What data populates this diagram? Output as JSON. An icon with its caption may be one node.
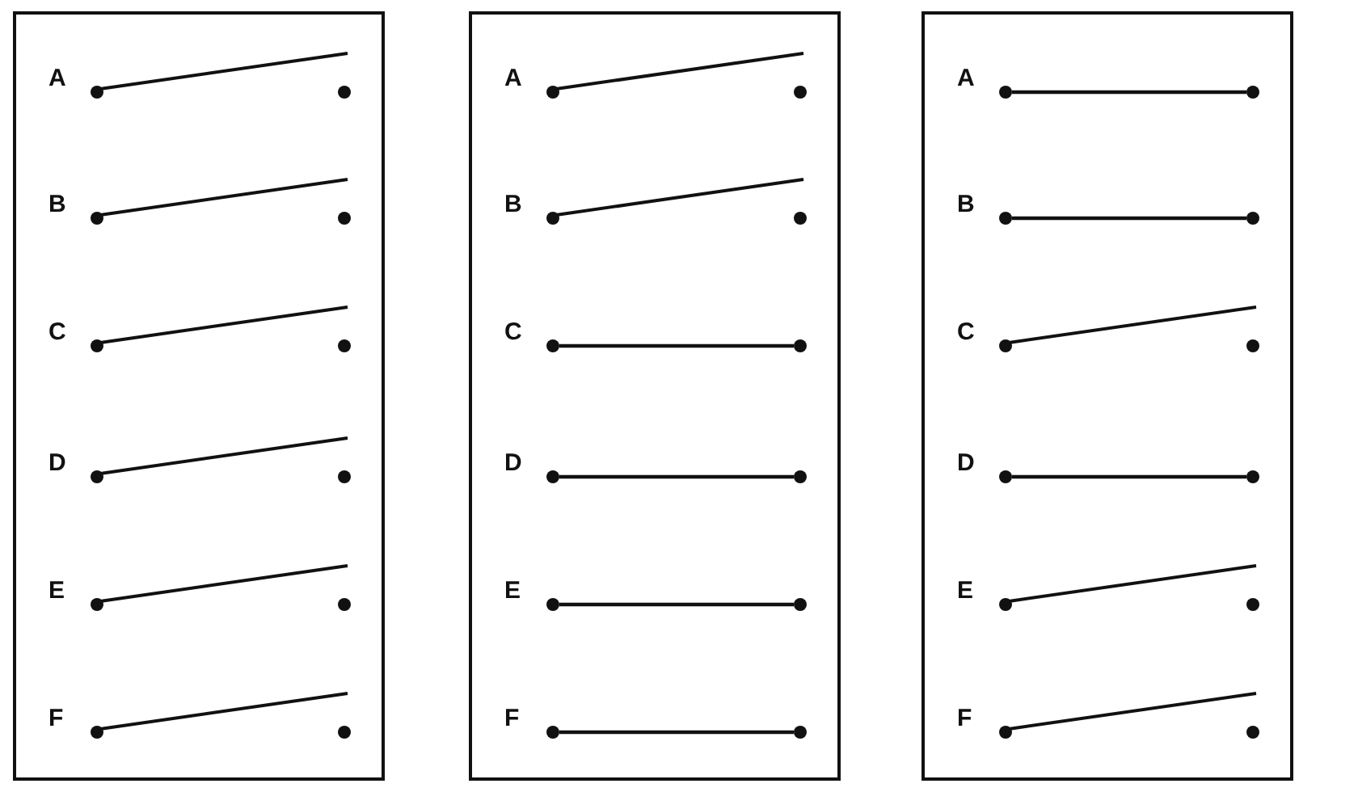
{
  "diagram": {
    "nodes": [
      {
        "text": [],
        "shape": "box"
      },
      {
        "text": [],
        "shape": "circle",
        "in": 0,
        "beside": [
          "A"
        ]
      },
      {
        "text": [],
        "shape": "circle",
        "in": 0
      },
      {
        "text": [],
        "shape": "circle",
        "in": 0,
        "beside": [
          "B"
        ]
      },
      {
        "text": [],
        "shape": "circle",
        "in": 0
      },
      {
        "text": [],
        "shape": "circle",
        "in": 0,
        "beside": [
          "C"
        ]
      },
      {
        "text": [],
        "shape": "circle",
        "in": 0
      },
      {
        "text": [],
        "shape": "circle",
        "in": 0,
        "beside": [
          "D"
        ]
      },
      {
        "text": [],
        "shape": "circle",
        "in": 0
      },
      {
        "text": [],
        "shape": "circle",
        "in": 0,
        "beside": [
          "E"
        ]
      },
      {
        "text": [],
        "shape": "circle",
        "in": 0
      },
      {
        "text": [],
        "shape": "circle",
        "in": 0,
        "beside": [
          "F"
        ]
      },
      {
        "text": [],
        "shape": "circle",
        "in": 0
      },
      {
        "text": [],
        "shape": "box"
      },
      {
        "text": [],
        "shape": "circle",
        "in": 13,
        "beside": [
          "A"
        ]
      },
      {
        "text": [],
        "shape": "circle",
        "in": 13
      },
      {
        "text": [],
        "shape": "circle",
        "in": 13,
        "beside": [
          "B"
        ]
      },
      {
        "text": [],
        "shape": "circle",
        "in": 13
      },
      {
        "text": [],
        "shape": "circle",
        "in": 13,
        "beside": [
          "C"
        ]
      },
      {
        "text": [],
        "shape": "circle",
        "in": 13
      },
      {
        "text": [],
        "shape": "circle",
        "in": 13,
        "beside": [
          "D"
        ]
      },
      {
        "text": [],
        "shape": "circle",
        "in": 13
      },
      {
        "text": [],
        "shape": "circle",
        "in": 13,
        "beside": [
          "E"
        ]
      },
      {
        "text": [],
        "shape": "circle",
        "in": 13
      },
      {
        "text": [],
        "shape": "circle",
        "in": 13,
        "beside": [
          "F"
        ]
      },
      {
        "text": [],
        "shape": "circle",
        "in": 13
      },
      {
        "text": [],
        "shape": "box"
      },
      {
        "text": [],
        "shape": "circle",
        "in": 26,
        "beside": [
          "A"
        ]
      },
      {
        "text": [],
        "shape": "circle",
        "in": 26
      },
      {
        "text": [],
        "shape": "circle",
        "in": 26,
        "beside": [
          "B"
        ]
      },
      {
        "text": [],
        "shape": "circle",
        "in": 26
      },
      {
        "text": [],
        "shape": "circle",
        "in": 26,
        "beside": [
          "C"
        ]
      },
      {
        "text": [],
        "shape": "circle",
        "in": 26
      },
      {
        "text": [],
        "shape": "circle",
        "in": 26,
        "beside": [
          "D"
        ]
      },
      {
        "text": [],
        "shape": "circle",
        "in": 26
      },
      {
        "text": [],
        "shape": "circle",
        "in": 26,
        "beside": [
          "E"
        ]
      },
      {
        "text": [],
        "shape": "circle",
        "in": 26
      },
      {
        "text": [],
        "shape": "circle",
        "in": 26,
        "beside": [
          "F"
        ]
      },
      {
        "text": [],
        "shape": "circle",
        "in": 26
      }
    ],
    "edges": [
      {
        "from": 18,
        "to": 19,
        "arrow": "none"
      },
      {
        "from": 20,
        "to": 21,
        "arrow": "none"
      },
      {
        "from": 22,
        "to": 23,
        "arrow": "none"
      },
      {
        "from": 24,
        "to": 25,
        "arrow": "none"
      },
      {
        "from": 27,
        "to": 28,
        "arrow": "none"
      },
      {
        "from": 29,
        "to": 30,
        "arrow": "none"
      },
      {
        "from": 33,
        "to": 34,
        "arrow": "none"
      }
    ]
  }
}
